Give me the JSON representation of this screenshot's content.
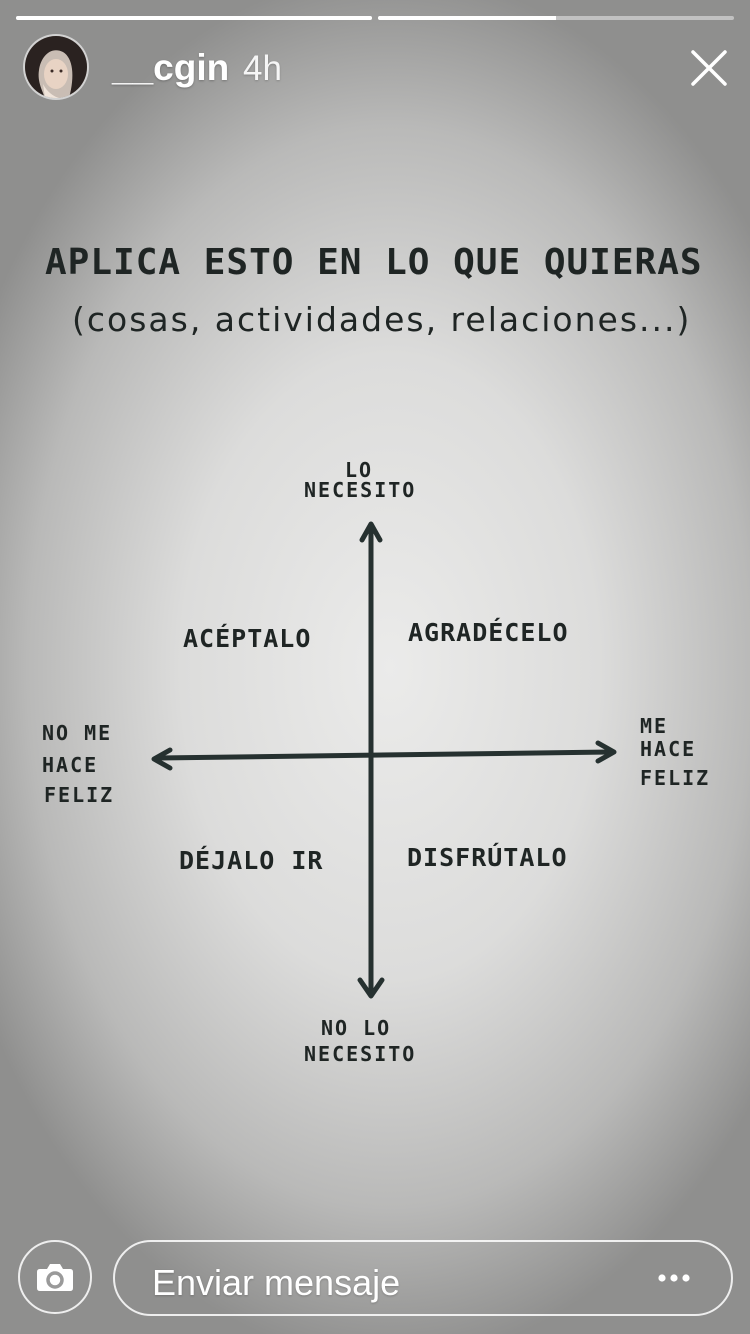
{
  "story": {
    "username": "__cgin",
    "time_ago": "4h",
    "progress": [
      1.0,
      0.5
    ]
  },
  "post": {
    "title_line1": "APLICA ESTO EN LO QUE QUIERAS",
    "title_line2": "(cosas, actividades, relaciones...)",
    "axis_top": [
      "LO",
      "NECESITO"
    ],
    "axis_bottom": [
      "NO LO",
      "NECESITO"
    ],
    "axis_left": [
      "NO ME",
      "HACE",
      "FELIZ"
    ],
    "axis_right": [
      "ME",
      "HACE",
      "FELIZ"
    ],
    "quadrants": {
      "top_left": "ACÉPTALO",
      "top_right": "AGRADÉCELO",
      "bottom_left": "DÉJALO IR",
      "bottom_right": "DISFRÚTALO"
    }
  },
  "footer": {
    "message_placeholder": "Enviar mensaje",
    "camera_icon": "camera-icon",
    "more_icon": "more-icon"
  },
  "icons": {
    "close": "close-icon"
  }
}
